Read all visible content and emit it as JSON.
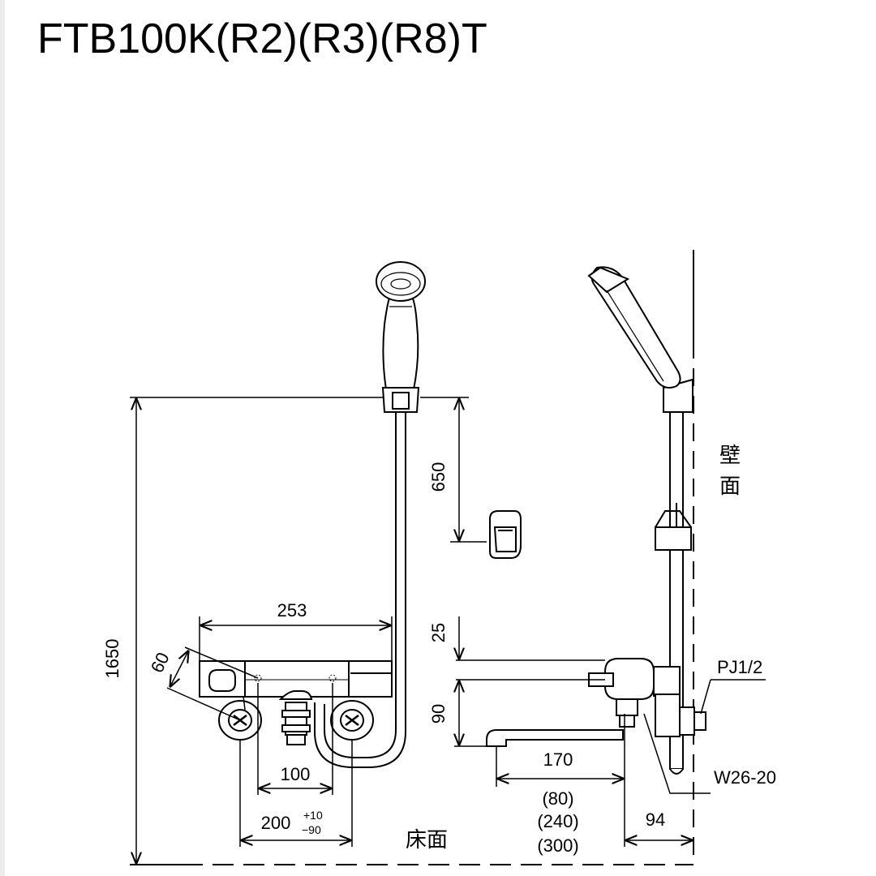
{
  "title": "FTB100K(R2)(R3)(R8)T",
  "dimensions": {
    "d1650": "1650",
    "d650": "650",
    "d253": "253",
    "d60": "60",
    "d25": "25",
    "d90": "90",
    "d100": "100",
    "d200": "200",
    "tol_plus": "+10",
    "tol_minus": "−90",
    "d170": "170",
    "d80": "(80)",
    "d240": "(240)",
    "d300": "(300)",
    "d94": "94"
  },
  "labels": {
    "wall_1": "壁",
    "wall_2": "面",
    "floor": "床面",
    "pj": "PJ1/2",
    "w": "W26-20"
  }
}
